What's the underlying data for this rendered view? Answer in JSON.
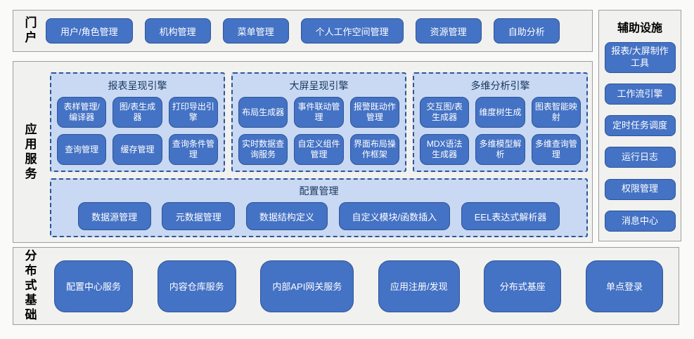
{
  "portal": {
    "label": "门户",
    "buttons": [
      "用户/角色管理",
      "机构管理",
      "菜单管理",
      "个人工作空间管理",
      "资源管理",
      "自助分析"
    ]
  },
  "app": {
    "label": "应用服务",
    "engines": [
      {
        "title": "报表呈现引擎",
        "buttons": [
          "表样管理/编译器",
          "图/表生成器",
          "打印导出引擎",
          "查询管理",
          "缓存管理",
          "查询条件管理"
        ]
      },
      {
        "title": "大屏呈现引擎",
        "buttons": [
          "布局生成器",
          "事件联动管理",
          "报警既动作管理",
          "实时数据查询服务",
          "自定义组件管理",
          "界面布局操作框架"
        ]
      },
      {
        "title": "多维分析引擎",
        "buttons": [
          "交互图/表生成器",
          "维度树生成",
          "图表智能映射",
          "MDX语法生成器",
          "多维模型解析",
          "多维查询管理"
        ]
      }
    ],
    "config": {
      "title": "配置管理",
      "buttons": [
        "数据源管理",
        "元数据管理",
        "数据结构定义",
        "自定义模块/函数插入",
        "EEL表达式解析器"
      ]
    }
  },
  "foundation": {
    "label": "分布式基础",
    "buttons": [
      "配置中心服务",
      "内容仓库服务",
      "内部API网关服务",
      "应用注册/发现",
      "分布式基座",
      "单点登录"
    ]
  },
  "aux": {
    "title": "辅助设施",
    "buttons": [
      "报表/大屏制作工具",
      "工作流引擎",
      "定时任务调度",
      "运行日志",
      "权限管理",
      "消息中心"
    ]
  },
  "colors": {
    "node_blue": "#4472c4",
    "node_border": "#2f5597",
    "panel_light_blue": "#c9d9f3",
    "panel_dashed_border": "#2e5596",
    "section_bg": "#f1f1ef",
    "section_border": "#9e9e9e",
    "engine_title_navy": "#17375e"
  }
}
